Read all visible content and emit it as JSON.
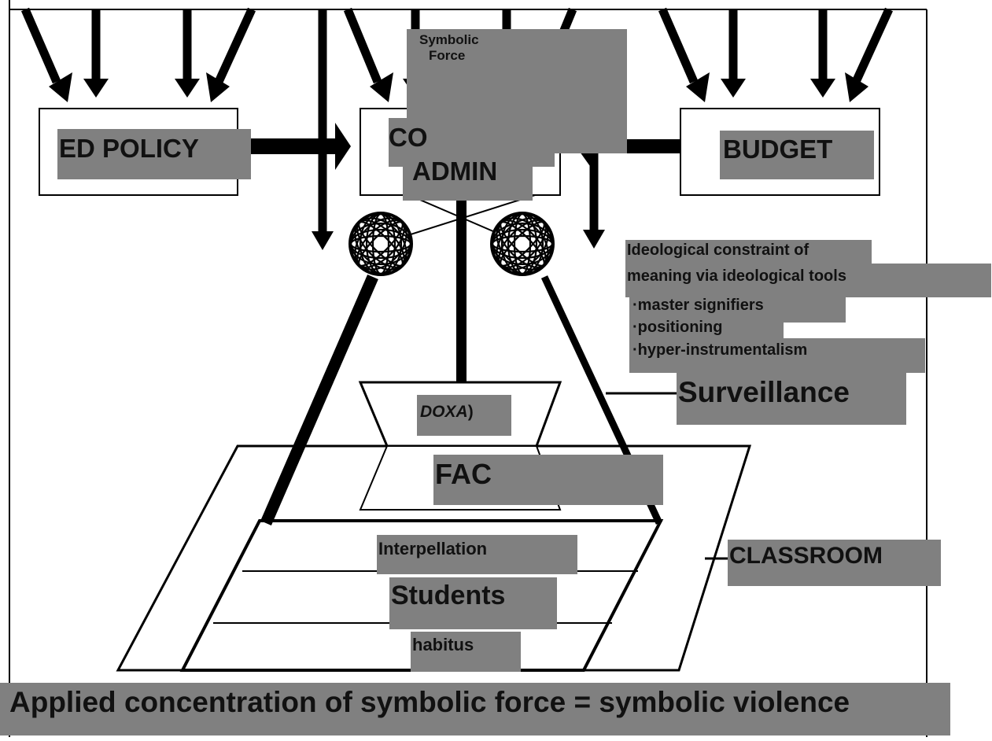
{
  "diagram": {
    "boxes": {
      "ed_policy": "ED POLICY",
      "admin_top": "CO",
      "admin_bottom": "ADMIN",
      "budget": "BUDGET",
      "fac": "FAC"
    },
    "symbolic_force": [
      "Symbolic",
      "Force"
    ],
    "ideology": {
      "line1": "Ideological constraint of",
      "line2": "meaning via ideological tools",
      "items": [
        "·master signifiers",
        "·positioning",
        "·hyper-instrumentalism"
      ]
    },
    "surveillance": "Surveillance",
    "doxa": "DOXA",
    "doxa_close": ")",
    "classroom": "CLASSROOM",
    "interpellation": "Interpellation",
    "students": "Students",
    "habitus": "habitus",
    "footer": "Applied concentration of symbolic force = symbolic violence"
  }
}
